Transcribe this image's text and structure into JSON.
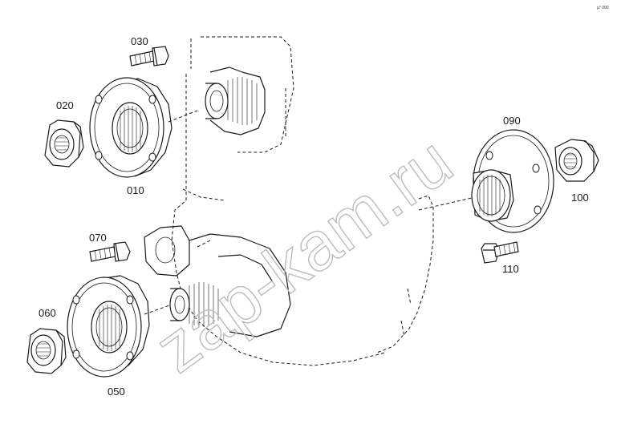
{
  "corner_mark": "µ° 000",
  "watermark": "zap-kam.ru",
  "parts": [
    {
      "id": "030",
      "kind": "bolt"
    },
    {
      "id": "020",
      "kind": "nut"
    },
    {
      "id": "010",
      "kind": "flange"
    },
    {
      "id": "070",
      "kind": "bolt"
    },
    {
      "id": "060",
      "kind": "nut"
    },
    {
      "id": "050",
      "kind": "flange"
    },
    {
      "id": "090",
      "kind": "flange"
    },
    {
      "id": "100",
      "kind": "nut"
    },
    {
      "id": "110",
      "kind": "bolt"
    }
  ]
}
